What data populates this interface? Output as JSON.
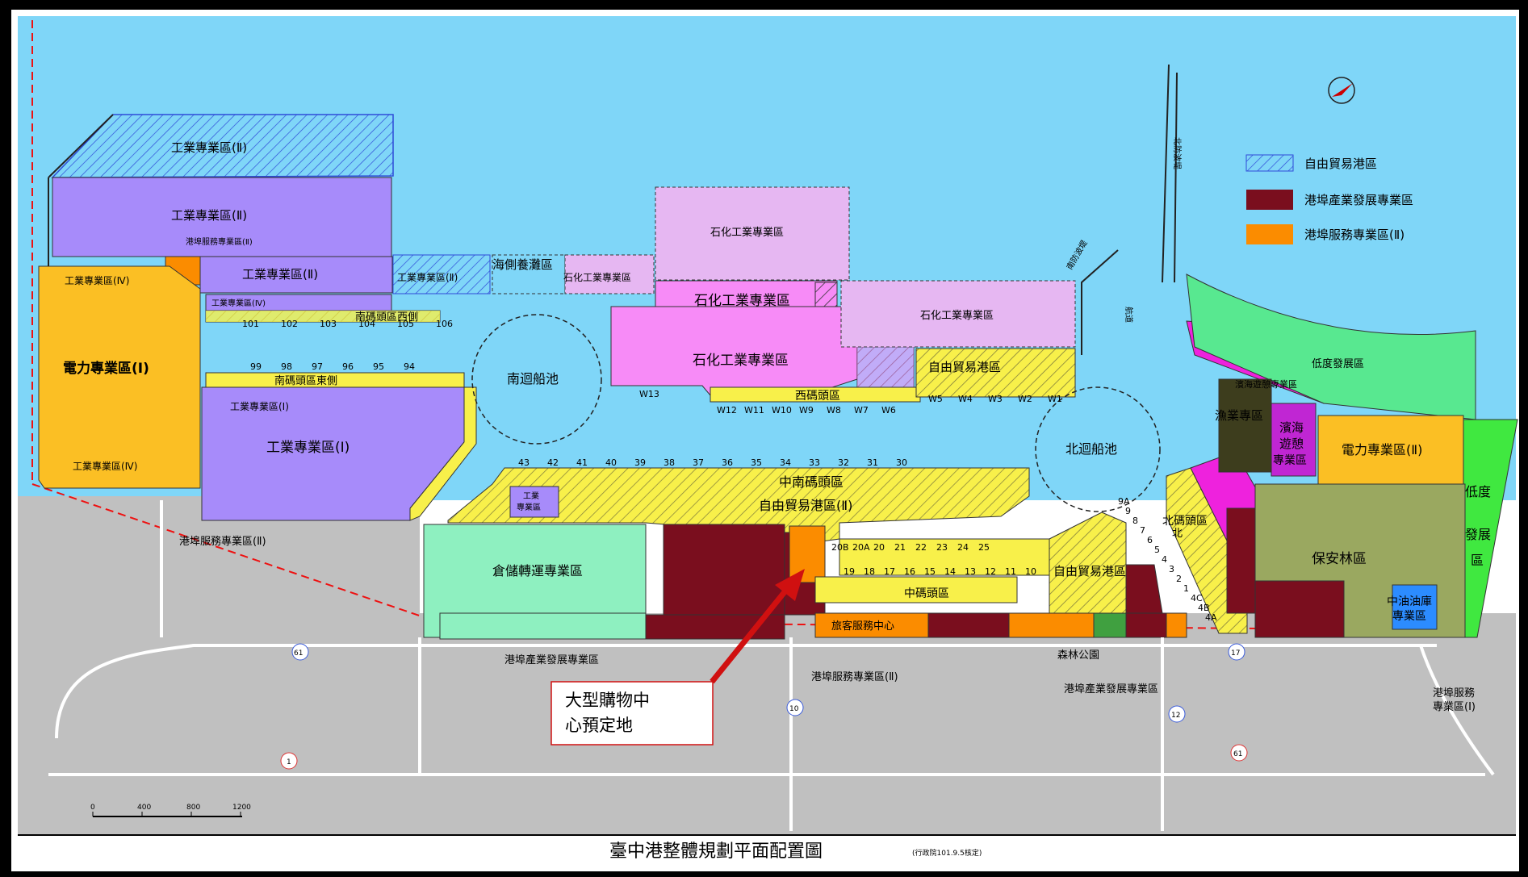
{
  "map": {
    "title": "臺中港整體規劃平面配置圖",
    "title_note": "(行政院101.9.5核定)",
    "colors": {
      "sea": "#7fd6f8",
      "land": "#c0c0c0",
      "industrial": "#a78bfa",
      "power": "#fbbf24",
      "petrochem": "#f78bf7",
      "petrochem_light": "#e6b7f2",
      "yellow": "#f8f04a",
      "warehouse": "#8ef0c0",
      "maroon": "#7a0e1e",
      "orange": "#fb8c00",
      "magenta": "#ee22dd",
      "seagreen": "#58e890",
      "olive": "#9aa860",
      "green": "#40e840",
      "blue": "#2c8cff",
      "darkolive": "#3d3d1d",
      "purple": "#c026d3"
    }
  },
  "legend": [
    {
      "label": "自由貿易港區"
    },
    {
      "label": "港埠產業發展專業區"
    },
    {
      "label": "港埠服務專業區(Ⅱ)"
    }
  ],
  "labels": {
    "ind2_top": "工業專業區(Ⅱ)",
    "ind2_mid": "工業專業區(Ⅱ)",
    "ind2_right": "工業專業區(Ⅱ)",
    "ind2_small": "工業專業區(Ⅱ)",
    "ind2_strip": "工業專業區(Ⅳ)",
    "port_service_ii_tag": "港埠服務專業區(Ⅱ)",
    "ind4_top": "工業專業區(Ⅳ)",
    "ind4_bottom": "工業專業區(Ⅳ)",
    "power1": "電力專業區(Ⅰ)",
    "ind1_tag": "工業專業區(Ⅰ)",
    "ind1_main": "工業專業區(Ⅰ)",
    "south_west_wharf": "南碼頭區西側",
    "south_east_wharf": "南碼頭區東側",
    "coastal_wetland": "海側養灘區",
    "petro_tag_small": "石化工業專業區",
    "petro_north": "石化工業專業區",
    "petro_1": "石化工業專業區",
    "petro_2": "石化工業專業區",
    "petro_east": "石化工業專業區",
    "ftz_v": "自由貿易港區",
    "west_wharf": "西碼頭區",
    "south_basin": "南迴船池",
    "north_basin": "北迴船池",
    "central_wharf": "中南碼頭區",
    "ftz_central": "自由貿易港區(Ⅱ)",
    "ind_small1": "工業",
    "ind_small2": "專業區",
    "warehouse": "倉儲轉運專業區",
    "central_wharf2": "中碼頭區",
    "ftz_east": "自由貿易港區",
    "north_wharf": "北碼頭區",
    "fishery": "漁業專區",
    "coastal_eco1": "濱海",
    "coastal_eco2": "遊憩",
    "coastal_eco3": "專業區",
    "coastal_strip": "濱海遊憩專業區",
    "low_dev": "低度發展區",
    "power2": "電力專業區(Ⅱ)",
    "forest": "保安林區",
    "low_dev_v1": "低度",
    "low_dev_v2": "發展",
    "low_dev_v3": "區",
    "cpc1": "中油油庫",
    "cpc2": "專業區",
    "port_service_ii_left": "港埠服務專業區(Ⅱ)",
    "port_industry_left": "港埠產業發展專業區",
    "passenger": "旅客服務中心",
    "port_service_ii_bottom": "港埠服務專業區(Ⅱ)",
    "forest_park": "森林公園",
    "port_industry_right": "港埠產業發展專業區",
    "port_service_i1": "港埠服務",
    "port_service_i2": "專業區(Ⅰ)",
    "north_breakwater": "北防波堤",
    "south_breakwater": "南防波堤",
    "channel": "航道",
    "purple_small": "專業區",
    "north_small": "北"
  },
  "callout": {
    "line1": "大型購物中",
    "line2": "心預定地"
  },
  "berths": {
    "r100": [
      "101",
      "102",
      "103",
      "104",
      "105",
      "106"
    ],
    "r90": [
      "99",
      "98",
      "97",
      "96",
      "95",
      "94"
    ],
    "rw": [
      "W12",
      "W11",
      "W10",
      "W9",
      "W8",
      "W7",
      "W6"
    ],
    "rw13": "W13",
    "rw5": [
      "W5",
      "W4",
      "W3",
      "W2",
      "W1"
    ],
    "r40": [
      "43",
      "42",
      "41",
      "40",
      "39",
      "38",
      "37",
      "36",
      "35",
      "34",
      "33",
      "32",
      "31",
      "30"
    ],
    "r20": [
      "20B",
      "20A",
      "20",
      "21",
      "22",
      "23",
      "24",
      "25"
    ],
    "r10": [
      "19",
      "18",
      "17",
      "16",
      "15",
      "14",
      "13",
      "12",
      "11",
      "10"
    ],
    "r1": [
      "9A",
      "9",
      "8",
      "7",
      "6",
      "5",
      "4",
      "3",
      "2",
      "1",
      "4C",
      "4B",
      "4A"
    ]
  },
  "roads": {
    "r1": "61",
    "r2": "10",
    "r3": "12",
    "r4": "17",
    "r5": "1",
    "r6": "61",
    "scale": [
      "0",
      "400",
      "800",
      "1200"
    ]
  }
}
